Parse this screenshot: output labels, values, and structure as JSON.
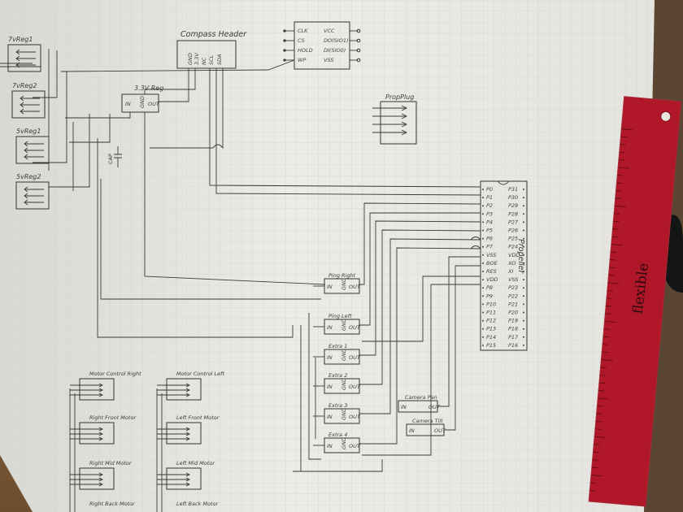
{
  "header": {
    "compass": "Compass Header",
    "compass_pins": [
      "GND",
      "3.3V",
      "NC",
      "SCL",
      "SDA"
    ],
    "eeprom_left_pins": [
      "CLK",
      "CS",
      "HOLD",
      "WP"
    ],
    "eeprom_right_pins": [
      "VCC",
      "DO(SIO1)",
      "DI(SIO0)",
      "VSS"
    ]
  },
  "supply": {
    "reg_left": [
      "7vReg1",
      "7vReg2",
      "5vReg1",
      "5vReg2"
    ],
    "reg33": "3.3V Reg",
    "reg33_pins": [
      "IN",
      "GND",
      "OUT"
    ],
    "cap": "CAP",
    "propplug": "PropPlug"
  },
  "propeller": {
    "title": "Propeller",
    "left_pins": [
      "P0",
      "P1",
      "P2",
      "P3",
      "P4",
      "P5",
      "P6",
      "P7",
      "VSS",
      "BOE",
      "RES",
      "VDD",
      "P8",
      "P9",
      "P10",
      "P11",
      "P12",
      "P13",
      "P14",
      "P15"
    ],
    "right_pins": [
      "P31",
      "P30",
      "P29",
      "P28",
      "P27",
      "P26",
      "P25",
      "P24",
      "VDD",
      "XO",
      "XI",
      "VSS",
      "P23",
      "P22",
      "P21",
      "P20",
      "P19",
      "P18",
      "P17",
      "P16"
    ]
  },
  "sensors": {
    "names": [
      "Ping Right",
      "Ping Left",
      "Extra 1",
      "Extra 2",
      "Extra 3",
      "Extra 4"
    ],
    "pins": [
      "IN",
      "GND",
      "OUT"
    ],
    "camera_pan": "Camera Pan",
    "camera_tilt": "Camera Tilt"
  },
  "motors": {
    "right": [
      "Motor Control Right",
      "Right Front Motor",
      "Right Mid Motor",
      "Right Back Motor"
    ],
    "left": [
      "Motor Control Left",
      "Left Front Motor",
      "Left Mid Motor",
      "Left Back Motor"
    ]
  },
  "ruler": {
    "brand": "flexible"
  }
}
